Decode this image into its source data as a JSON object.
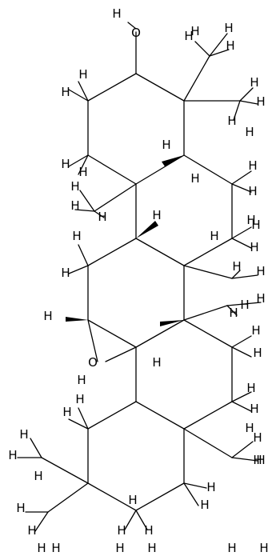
{
  "molecule": {
    "atoms": [
      "H",
      "O",
      "H",
      "H",
      "H",
      "H",
      "H",
      "H",
      "H",
      "H",
      "H",
      "H",
      "H",
      "H",
      "H",
      "H",
      "H",
      "H",
      "H",
      "H",
      "H",
      "H",
      "H",
      "H",
      "H",
      "H",
      "H",
      "H",
      "H",
      "H",
      "H",
      "H",
      "H",
      "H",
      "H",
      "H",
      "H",
      "H",
      "H",
      "H",
      "H",
      "H",
      "H",
      "H",
      "H",
      "H",
      "H",
      "H",
      "H",
      "H",
      "H",
      "H",
      "H",
      "H",
      "H",
      "H",
      "O",
      "H",
      "H",
      "H",
      "H",
      "H",
      "H"
    ]
  }
}
